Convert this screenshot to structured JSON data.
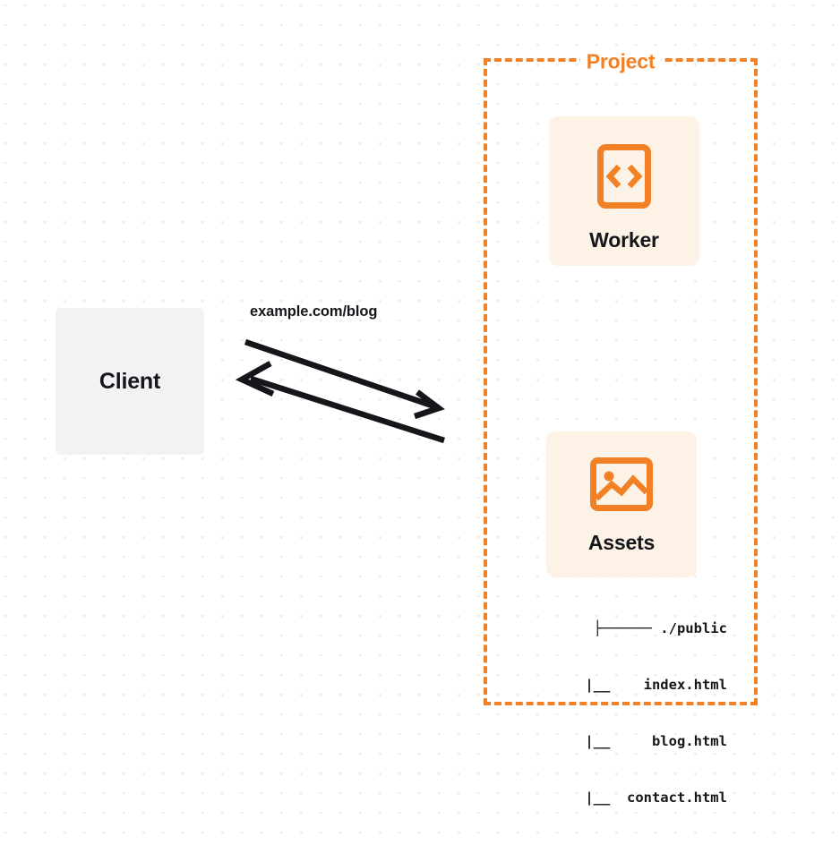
{
  "diagram": {
    "title": "Cloudflare Worker with static assets architecture",
    "background": {
      "color": "#ffffff",
      "dot_color": "#e9e9ea"
    },
    "colors": {
      "accent": "#f28024",
      "card_bg": "#fdf2e6",
      "client_bg": "#f1f2f4",
      "text": "#15161a"
    },
    "client": {
      "label": "Client"
    },
    "edge": {
      "label": "example.com/blog",
      "direction": "bidirectional"
    },
    "project": {
      "label": "Project",
      "border_style": "dashed",
      "nodes": [
        {
          "id": "worker",
          "label": "Worker",
          "icon": "code-brackets-icon"
        },
        {
          "id": "assets",
          "label": "Assets",
          "icon": "image-icon"
        }
      ]
    },
    "file_tree": {
      "lines": [
        "├────── ./public",
        "       |__    index.html",
        "       |__     blog.html",
        "       |__  contact.html"
      ],
      "root": "./public",
      "files": [
        "index.html",
        "blog.html",
        "contact.html"
      ]
    }
  }
}
